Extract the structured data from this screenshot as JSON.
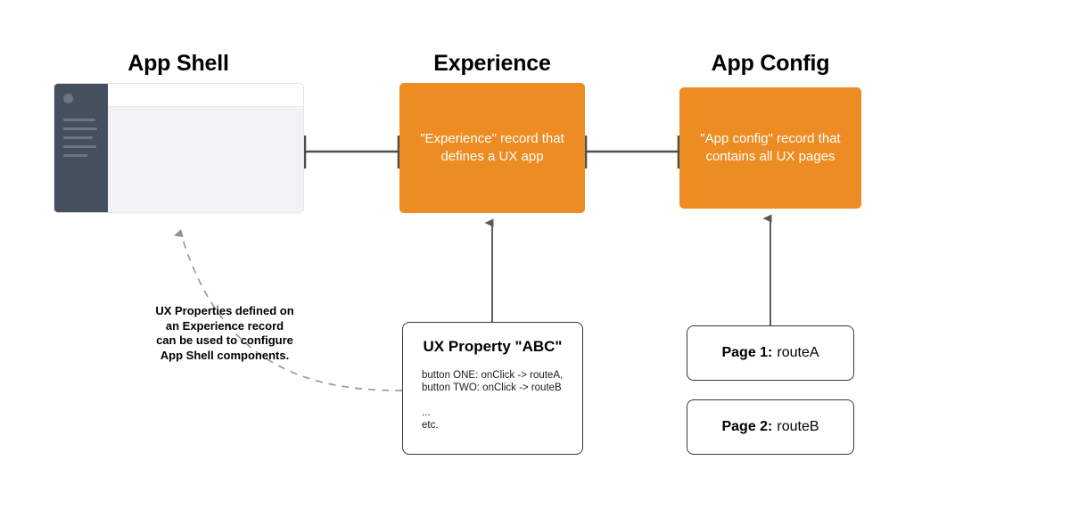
{
  "columns": {
    "app_shell_title": "App Shell",
    "experience_title": "Experience",
    "app_config_title": "App Config"
  },
  "app_shell_mock": {
    "sidebar": {
      "avatar_icon": "user-avatar-circle-icon",
      "nav_line_widths": [
        36,
        38,
        33,
        37,
        27
      ]
    },
    "header_label": "",
    "content_label": ""
  },
  "records": {
    "experience": {
      "line1": "\"Experience\" record that",
      "line2": "defines a UX app"
    },
    "app_config": {
      "line1": "\"App config\" record that",
      "line2": "contains all UX pages"
    }
  },
  "ux_property_card": {
    "heading": "UX Property \"ABC\"",
    "body_line_1": "button ONE: onClick -> routeA,",
    "body_line_2": "button TWO: onClick -> routeB",
    "body_line_3": "...",
    "body_line_4": "etc."
  },
  "pages": [
    {
      "label": "Page 1:",
      "route": "routeA"
    },
    {
      "label": "Page 2:",
      "route": "routeB"
    }
  ],
  "annotation": {
    "line1": "UX Properties defined on",
    "line2": "an Experience record",
    "line3": "can be used to configure",
    "line4": "App Shell components."
  },
  "colors": {
    "record_orange": "#ed8c22",
    "sidebar_dark": "#454f5e",
    "shell_body_gray": "#f2f3f5",
    "edge_gray": "#4d4d4d",
    "dashed_gray": "#999999",
    "card_border": "#36393d",
    "text_black": "#000000",
    "record_text_white": "#ffffff"
  },
  "connectors": [
    {
      "name": "app-shell-to-experience",
      "style": "solid",
      "endcaps": "bar-bar"
    },
    {
      "name": "experience-to-app-config",
      "style": "solid",
      "endcaps": "bar-bar"
    },
    {
      "name": "ux-property-to-experience",
      "style": "solid",
      "endcaps": "arrow-up"
    },
    {
      "name": "page-1-to-app-config",
      "style": "solid",
      "endcaps": "arrow-up"
    },
    {
      "name": "ux-property-to-app-shell",
      "style": "dashed",
      "endcaps": "arrow-up"
    }
  ]
}
